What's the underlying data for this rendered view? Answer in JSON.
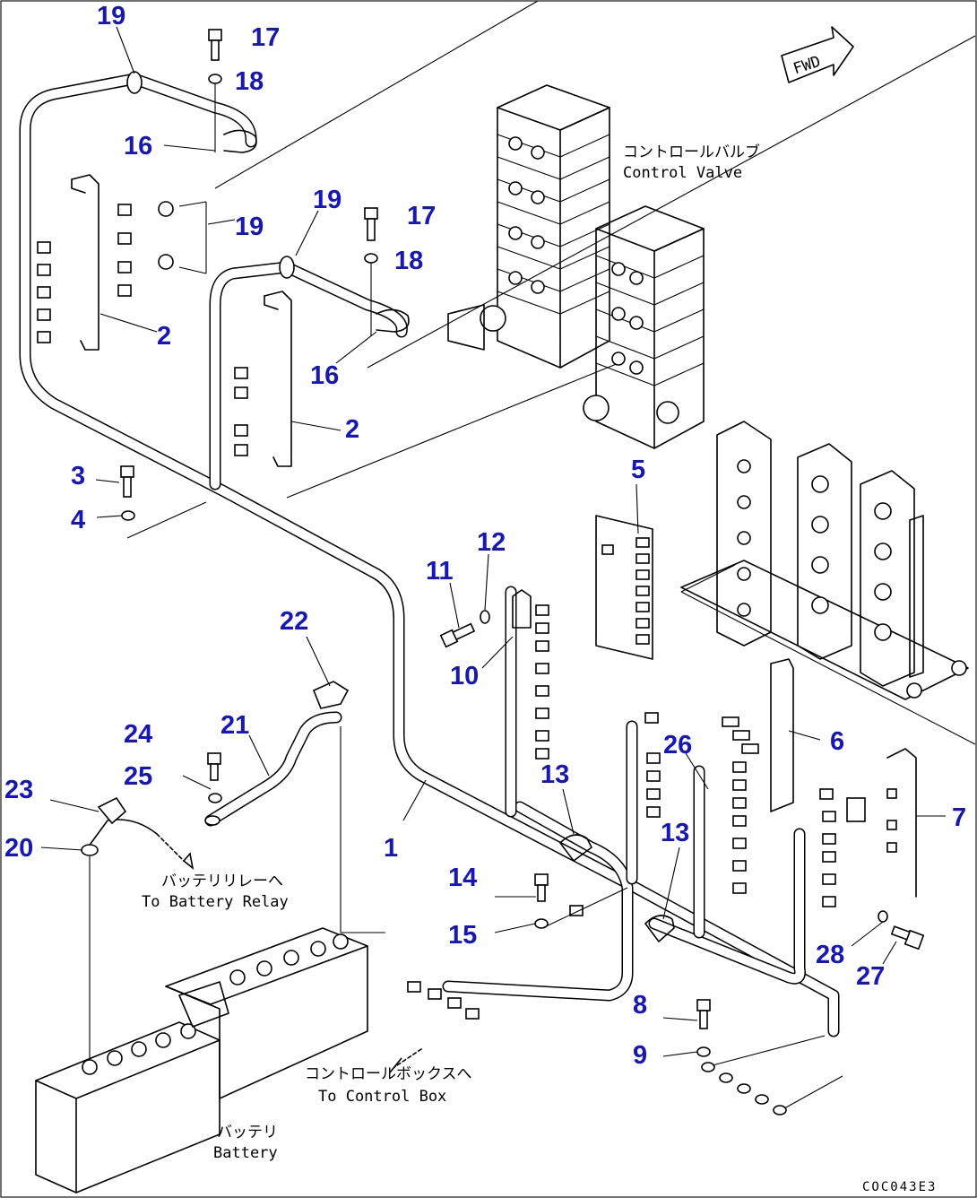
{
  "diagram": {
    "orientation_mark": "FWD",
    "drawing_code": "COC043E3",
    "labels": {
      "control_valve_jp": "コントロールバルブ",
      "control_valve_en": "Control Valve",
      "battery_relay_jp": "バッテリリレーへ",
      "battery_relay_en": "To Battery Relay",
      "control_box_jp": "コントロールボックスへ",
      "control_box_en": "To Control Box",
      "battery_jp": "バッテリ",
      "battery_en": "Battery"
    },
    "callouts": [
      {
        "id": "c19a",
        "text": "19"
      },
      {
        "id": "c17a",
        "text": "17"
      },
      {
        "id": "c18a",
        "text": "18"
      },
      {
        "id": "c16a",
        "text": "16"
      },
      {
        "id": "c19b",
        "text": "19"
      },
      {
        "id": "c19c",
        "text": "19"
      },
      {
        "id": "c17b",
        "text": "17"
      },
      {
        "id": "c18b",
        "text": "18"
      },
      {
        "id": "c2a",
        "text": "2"
      },
      {
        "id": "c16b",
        "text": "16"
      },
      {
        "id": "c2b",
        "text": "2"
      },
      {
        "id": "c3",
        "text": "3"
      },
      {
        "id": "c4",
        "text": "4"
      },
      {
        "id": "c5",
        "text": "5"
      },
      {
        "id": "c12",
        "text": "12"
      },
      {
        "id": "c11",
        "text": "11"
      },
      {
        "id": "c10",
        "text": "10"
      },
      {
        "id": "c22",
        "text": "22"
      },
      {
        "id": "c21",
        "text": "21"
      },
      {
        "id": "c24",
        "text": "24"
      },
      {
        "id": "c25",
        "text": "25"
      },
      {
        "id": "c23",
        "text": "23"
      },
      {
        "id": "c20",
        "text": "20"
      },
      {
        "id": "c6",
        "text": "6"
      },
      {
        "id": "c26",
        "text": "26"
      },
      {
        "id": "c13a",
        "text": "13"
      },
      {
        "id": "c13b",
        "text": "13"
      },
      {
        "id": "c7",
        "text": "7"
      },
      {
        "id": "c1",
        "text": "1"
      },
      {
        "id": "c14",
        "text": "14"
      },
      {
        "id": "c15",
        "text": "15"
      },
      {
        "id": "c28",
        "text": "28"
      },
      {
        "id": "c27",
        "text": "27"
      },
      {
        "id": "c8",
        "text": "8"
      },
      {
        "id": "c9",
        "text": "9"
      }
    ]
  }
}
